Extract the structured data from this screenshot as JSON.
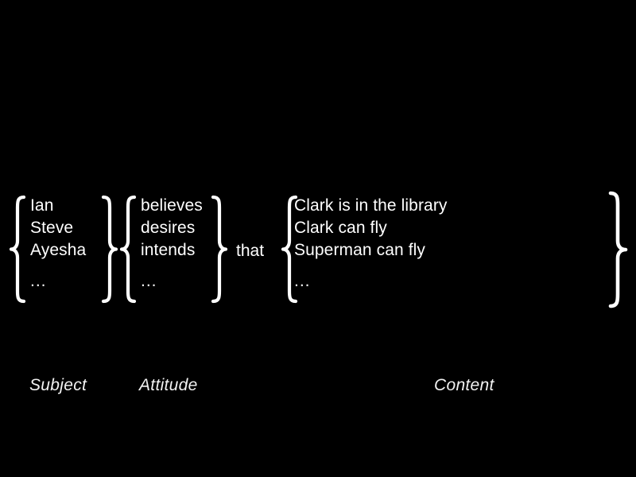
{
  "slide": {
    "background_color": "#000000",
    "text_color": "#ffffff",
    "connective": "that",
    "ellipsis": "..."
  },
  "columns": {
    "subject": {
      "caption": "Subject",
      "items": [
        "Ian",
        "Steve",
        "Ayesha"
      ],
      "ellipsis": "..."
    },
    "attitude": {
      "caption": "Attitude",
      "items": [
        "believes",
        "desires",
        "intends"
      ],
      "ellipsis": "..."
    },
    "content": {
      "caption": "Content",
      "items": [
        "Clark is in the library",
        "Clark can fly",
        "Superman can fly"
      ],
      "ellipsis": "..."
    }
  }
}
